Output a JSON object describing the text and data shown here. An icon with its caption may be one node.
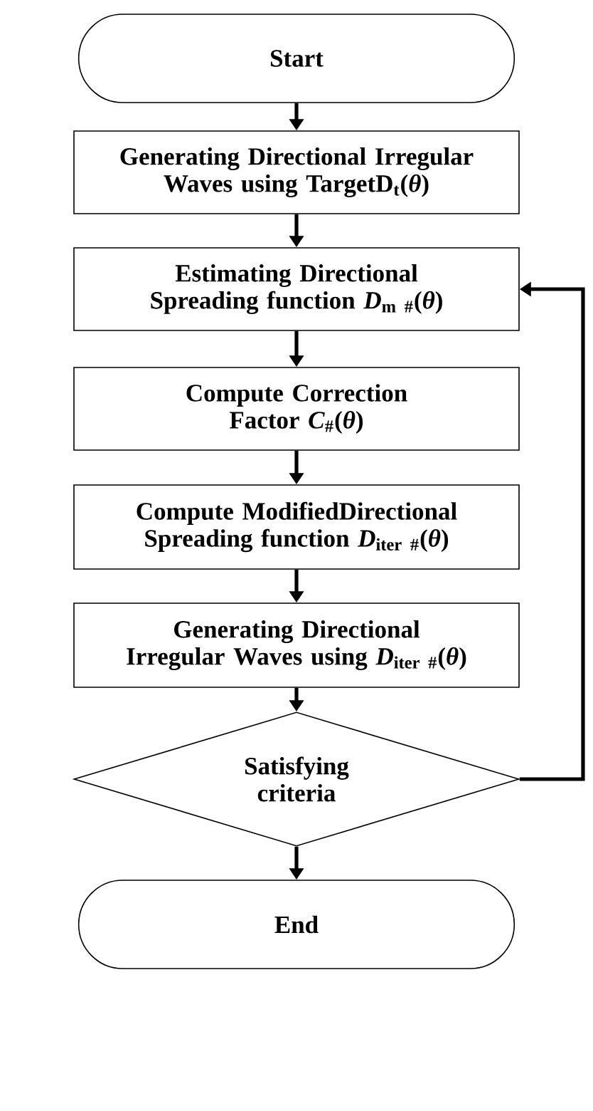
{
  "diagram": {
    "nodes": [
      {
        "text": [
          "Start"
        ]
      },
      {
        "text": [
          "Generating Directional Irregular Waves using TargetD$_{t}$(*θ*)"
        ]
      },
      {
        "text": [
          "Estimating Directional Spreading function *D*$_{m #}$(*θ*)"
        ]
      },
      {
        "text": [
          "Compute Correction Factor *C*$_{#}$(*θ*)"
        ]
      },
      {
        "text": [
          "Compute ModifiedDirectional Spreading function *D*$_{iter #}$(*θ*)"
        ]
      },
      {
        "text": [
          "Generating Directional Irregular Waves using *D*$_{iter #}$(*θ*)"
        ]
      },
      {
        "text": [
          "Satisfying criteria"
        ]
      },
      {
        "text": [
          "End"
        ]
      }
    ],
    "edges": [
      {
        "from": 0,
        "to": 1,
        "arrow": "to"
      },
      {
        "from": 1,
        "to": 2,
        "arrow": "to"
      },
      {
        "from": 2,
        "to": 3,
        "arrow": "to"
      },
      {
        "from": 3,
        "to": 4,
        "arrow": "to"
      },
      {
        "from": 4,
        "to": 5,
        "arrow": "to"
      },
      {
        "from": 5,
        "to": 6,
        "arrow": "to"
      },
      {
        "from": 6,
        "to": 7,
        "arrow": "to"
      },
      {
        "from": 6,
        "to": 2,
        "arrow": "to"
      }
    ]
  }
}
